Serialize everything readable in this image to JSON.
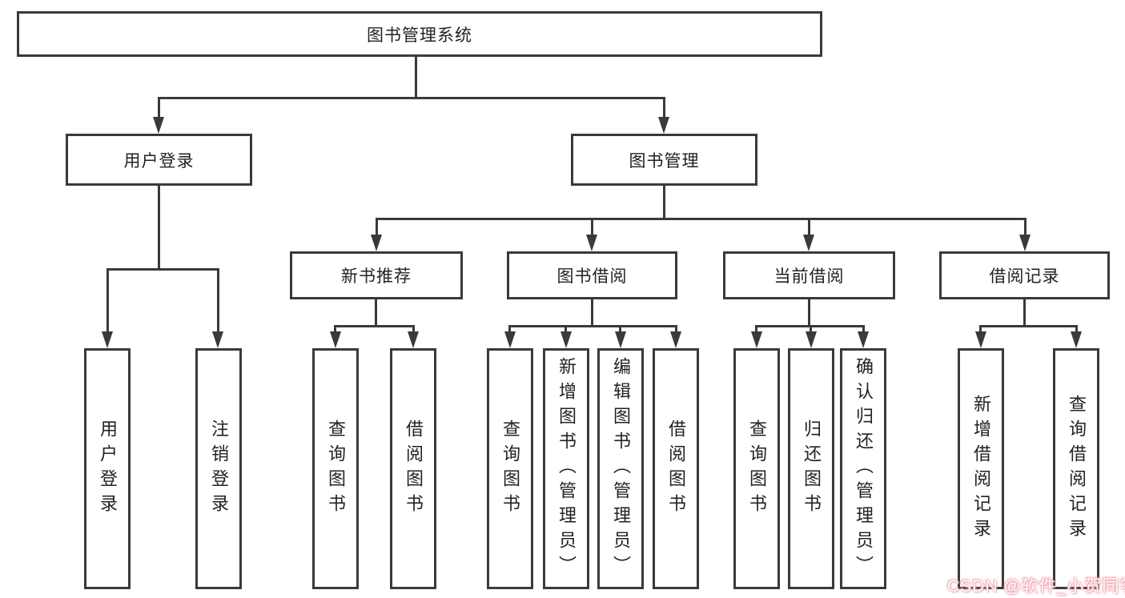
{
  "colors": {
    "line": "#3a3a3a",
    "watermark": "#ef9fa8",
    "background": "#ffffff"
  },
  "watermark": "CSDN @软件_小贺同学",
  "tree": {
    "root": "图书管理系统",
    "branches": [
      {
        "label": "用户登录",
        "leaves": [
          "用户登录",
          "注销登录"
        ]
      },
      {
        "label": "图书管理",
        "groups": [
          {
            "label": "新书推荐",
            "leaves": [
              "查询图书",
              "借阅图书"
            ]
          },
          {
            "label": "图书借阅",
            "leaves": [
              "查询图书",
              "新增图书（管理员）",
              "编辑图书（管理员）",
              "借阅图书"
            ]
          },
          {
            "label": "当前借阅",
            "leaves": [
              "查询图书",
              "归还图书",
              "确认归还（管理员）"
            ]
          },
          {
            "label": "借阅记录",
            "leaves": [
              "新增借阅记录",
              "查询借阅记录"
            ]
          }
        ]
      }
    ]
  }
}
